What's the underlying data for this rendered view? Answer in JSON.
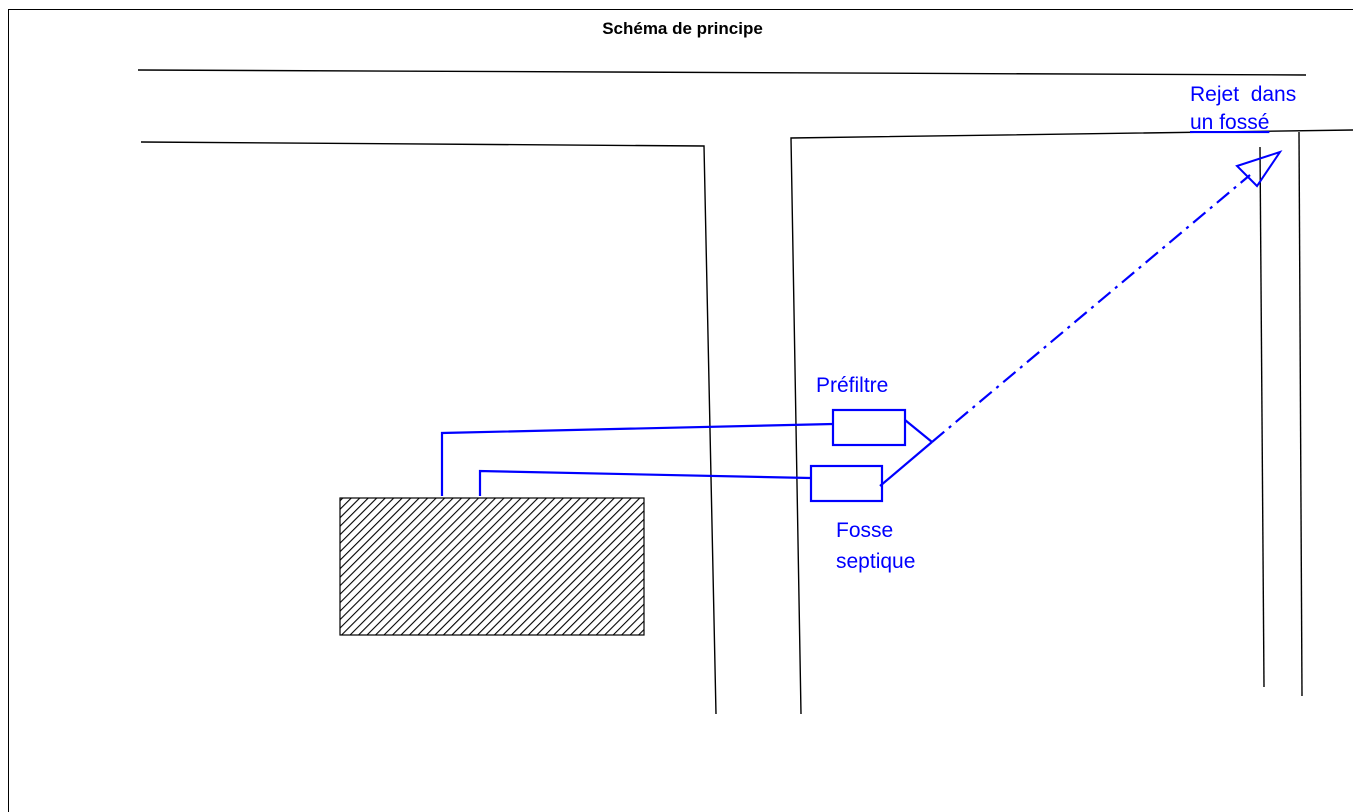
{
  "title": "Schéma de principe",
  "labels": {
    "prefiltre": "Préfiltre",
    "fosse_line1": "Fosse",
    "fosse_line2": "septique",
    "rejet_line1": "Rejet  dans",
    "rejet_line2": "un fossé"
  },
  "colors": {
    "pipe": "#0000ff",
    "road": "#000000",
    "house_hatch": "#000000"
  },
  "icons": {
    "outlet": "triangle-arrow-icon"
  }
}
